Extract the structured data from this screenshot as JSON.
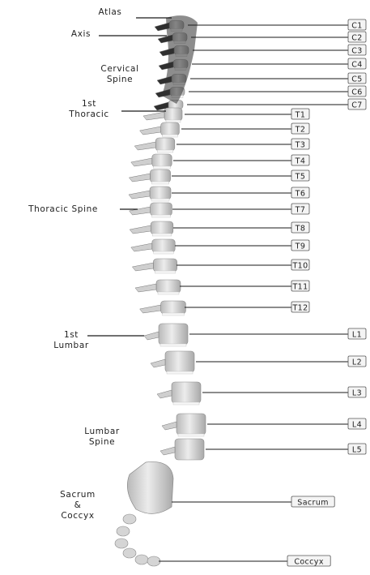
{
  "left_labels": [
    {
      "id": "atlas",
      "lines": [
        "Atlas"
      ]
    },
    {
      "id": "axis",
      "lines": [
        "Axis"
      ]
    },
    {
      "id": "cervical",
      "lines": [
        "Cervical",
        "Spine"
      ]
    },
    {
      "id": "first-thoracic",
      "lines": [
        "1st",
        "Thoracic"
      ]
    },
    {
      "id": "thoracic",
      "lines": [
        "Thoracic Spine"
      ]
    },
    {
      "id": "first-lumbar",
      "lines": [
        "1st",
        "Lumbar"
      ]
    },
    {
      "id": "lumbar",
      "lines": [
        "Lumbar",
        "Spine"
      ]
    },
    {
      "id": "sacrum-coccyx",
      "lines": [
        "Sacrum",
        "&",
        "Coccyx"
      ]
    }
  ],
  "right_labels": [
    "C1",
    "C2",
    "C3",
    "C4",
    "C5",
    "C6",
    "C7",
    "T1",
    "T2",
    "T3",
    "T4",
    "T5",
    "T6",
    "T7",
    "T8",
    "T9",
    "T10",
    "T11",
    "T12",
    "L1",
    "L2",
    "L3",
    "L4",
    "L5",
    "Sacrum",
    "Coccyx"
  ],
  "colors": {
    "bone": "#d9d9d9",
    "bone_dark": "#2f2f2f",
    "line": "#1a1a1a",
    "tag_bg": "#f4f4f4"
  }
}
